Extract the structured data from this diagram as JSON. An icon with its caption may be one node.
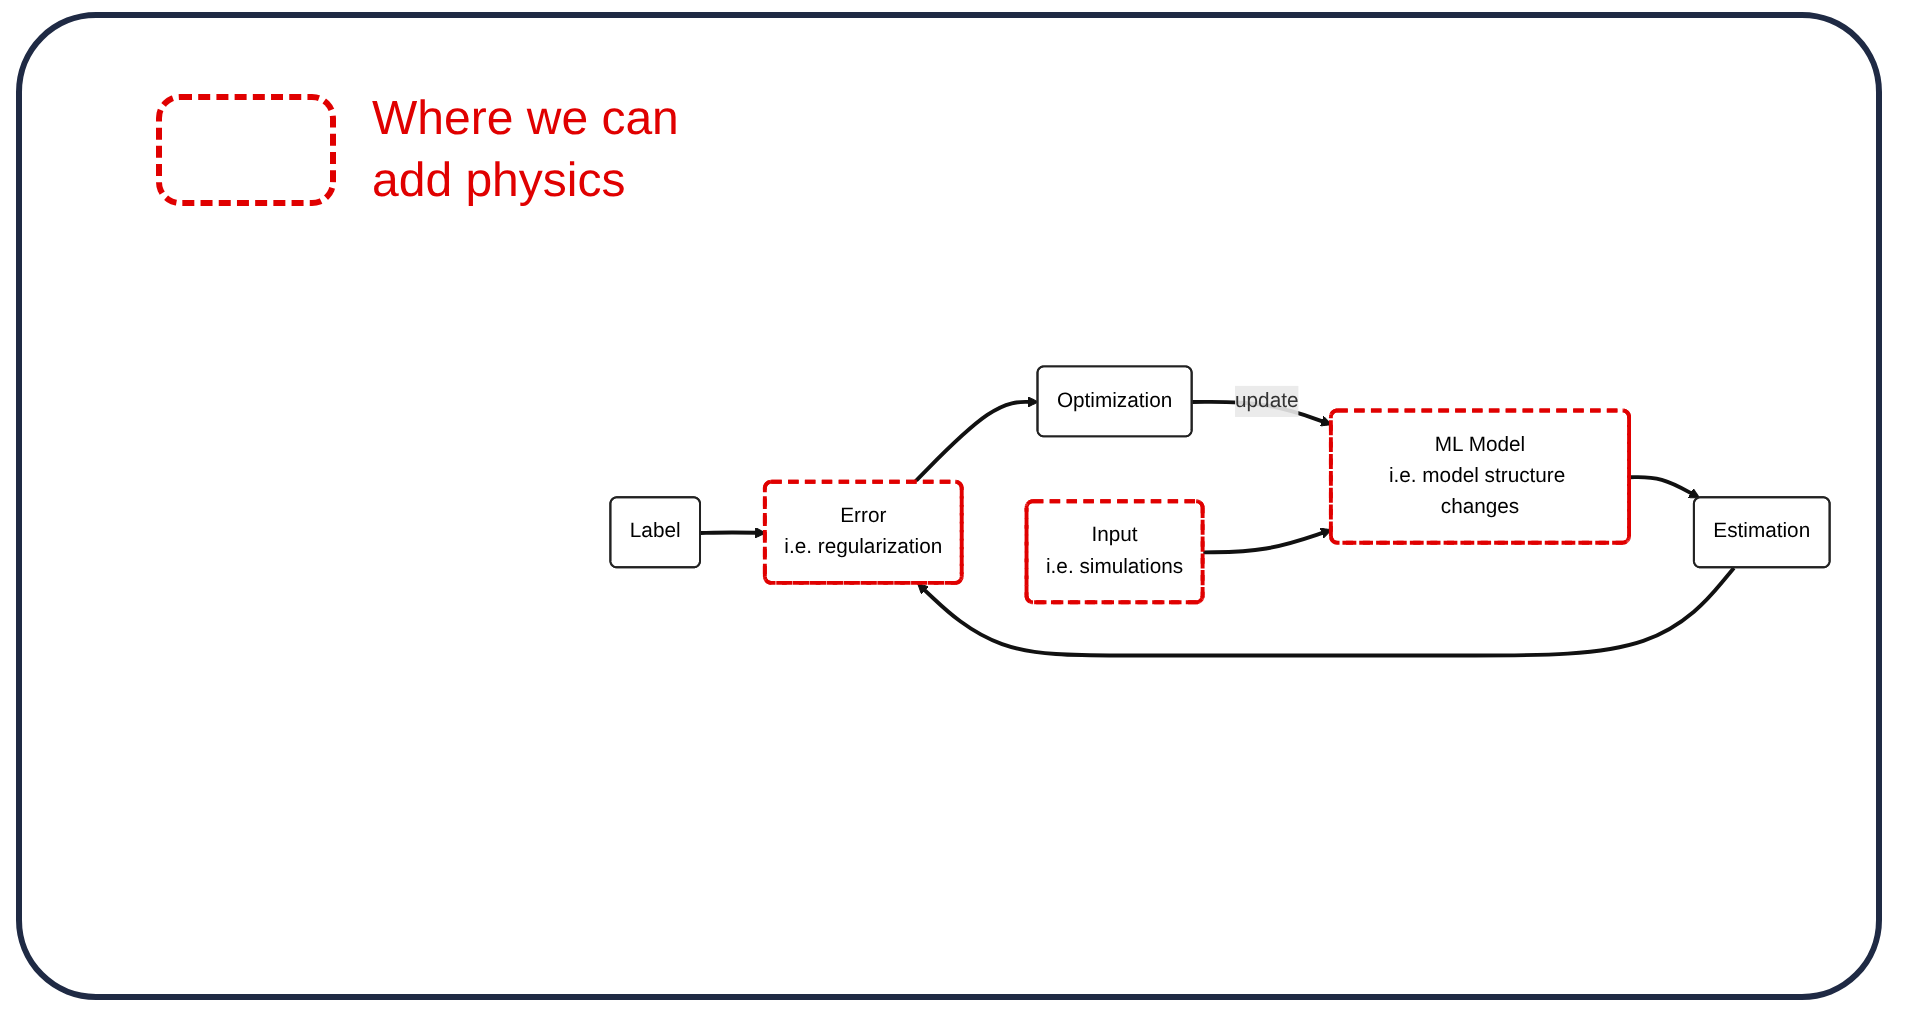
{
  "diagram": {
    "nodes": [
      {
        "text": [
          "Error",
          "i.e. regularization"
        ]
      },
      {
        "text": [
          "Optimization"
        ]
      },
      {
        "text": [
          "Label"
        ]
      },
      {
        "text": [
          "Input",
          "i.e. simulations"
        ]
      },
      {
        "text": [
          "ML Model",
          "i.e. model structure changes"
        ]
      },
      {
        "text": [
          "Estimation"
        ]
      }
    ],
    "edges": [
      {
        "from": 2,
        "to": 0,
        "arrow": "to"
      },
      {
        "from": 0,
        "to": 1,
        "arrow": "to"
      },
      {
        "from": 1,
        "to": 4,
        "arrow": "to",
        "label": "update"
      },
      {
        "from": 3,
        "to": 4,
        "arrow": "to"
      },
      {
        "from": 4,
        "to": 5,
        "arrow": "to"
      },
      {
        "from": 5,
        "to": 0,
        "arrow": "to"
      }
    ],
    "legend": [
      {
        "text": "Where we can add physics"
      }
    ]
  }
}
